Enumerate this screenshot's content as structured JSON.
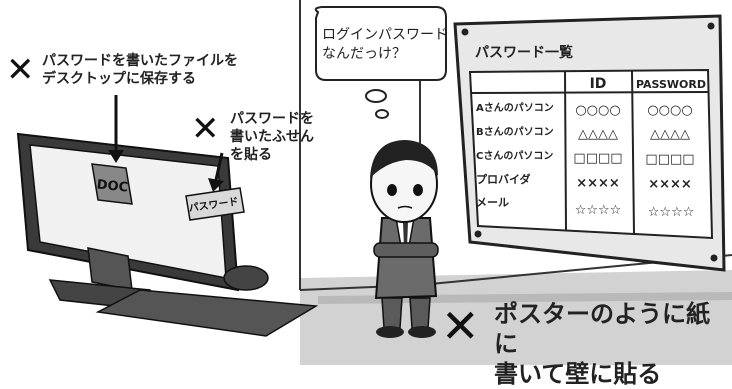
{
  "captions": {
    "desktop_file": [
      "パスワードを書いたファイルを",
      "デスクトップに保存する"
    ],
    "sticky_note": [
      "パスワードを",
      "書いたふせん",
      "を貼る"
    ],
    "poster": [
      "ポスターのように紙に",
      "書いて壁に貼る"
    ]
  },
  "thought_bubble": [
    "ログインパスワード",
    "なんだっけ？"
  ],
  "monitor": {
    "file_icon_label": "DOC",
    "sticky_label": "パスワード"
  },
  "poster": {
    "title": "パスワード一覧",
    "headers": [
      "ID",
      "PASSWORD"
    ],
    "rows": [
      {
        "label": "Aさんのパソコン",
        "id": "○○○○",
        "password": "○○○○"
      },
      {
        "label": "Bさんのパソコン",
        "id": "△△△△",
        "password": "△△△△"
      },
      {
        "label": "Cさんのパソコン",
        "id": "□□□□",
        "password": "□□□□"
      },
      {
        "label": "プロバイダ",
        "id": "××××",
        "password": "××××"
      },
      {
        "label": "メール",
        "id": "☆☆☆☆",
        "password": "☆☆☆☆"
      }
    ]
  },
  "x_mark": "✕",
  "colors": {
    "ink": "#222222",
    "screen": "#f2f2f2",
    "poster_bg": "#ededed",
    "floor": "#cfcfcf",
    "suit": "#6b6b6b"
  }
}
